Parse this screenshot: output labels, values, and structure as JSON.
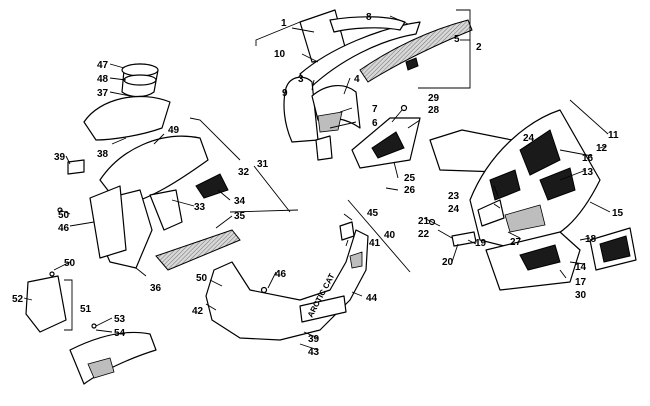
{
  "diagram": {
    "callouts": [
      "1",
      "2",
      "3",
      "4",
      "5",
      "6",
      "7",
      "8",
      "9",
      "10",
      "11",
      "12",
      "13",
      "14",
      "15",
      "16",
      "17",
      "18",
      "19",
      "20",
      "21",
      "22",
      "23",
      "24",
      "24",
      "25",
      "26",
      "27",
      "28",
      "29",
      "30",
      "31",
      "32",
      "33",
      "34",
      "35",
      "36",
      "37",
      "38",
      "39",
      "39",
      "40",
      "41",
      "42",
      "43",
      "44",
      "45",
      "46",
      "46",
      "47",
      "48",
      "49",
      "50",
      "50",
      "50",
      "51",
      "52",
      "53",
      "54"
    ],
    "logo_text": "ARCTIC CAT",
    "colors": {
      "line": "#000000",
      "background": "#ffffff",
      "fill_dark": "#1a1a1a",
      "fill_grey": "#bdbdbd"
    }
  }
}
